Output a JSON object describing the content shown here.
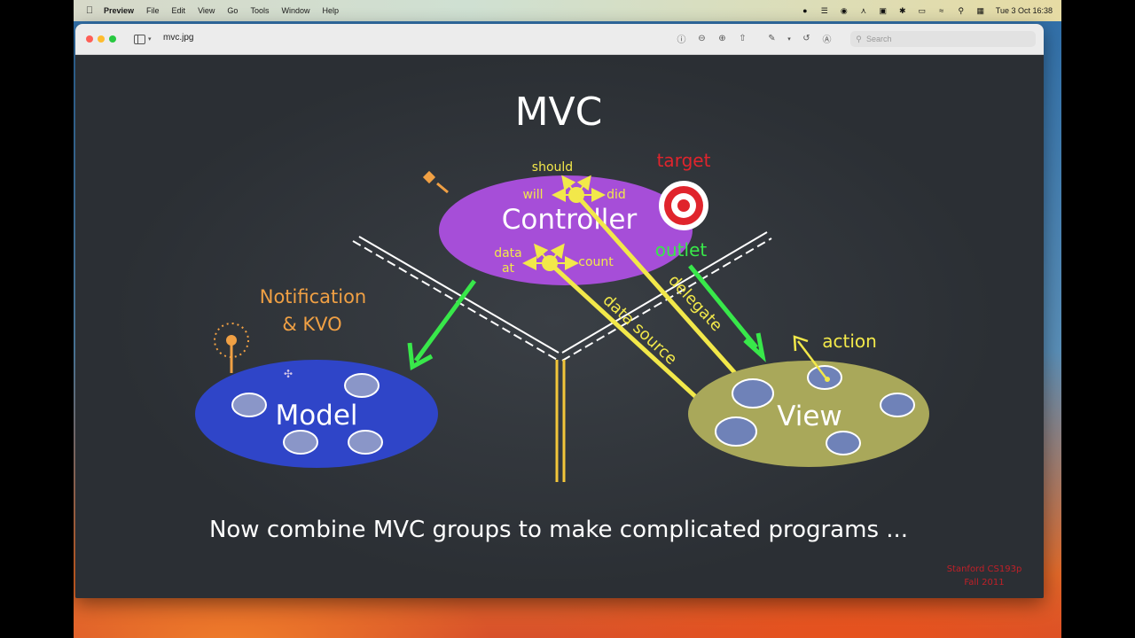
{
  "menubar": {
    "app_name": "Preview",
    "menus": [
      "File",
      "Edit",
      "View",
      "Go",
      "Tools",
      "Window",
      "Help"
    ],
    "clock": "Tue 3 Oct  16:38"
  },
  "window": {
    "filename": "mvc.jpg",
    "search_placeholder": "Search"
  },
  "slide": {
    "title": "MVC",
    "controller": "Controller",
    "model": "Model",
    "view": "View",
    "should": "should",
    "will": "will",
    "did": "did",
    "data": "data",
    "at": "at",
    "count": "count",
    "target": "target",
    "outlet": "outlet",
    "delegate": "delegate",
    "data_source": "data source",
    "action": "action",
    "notification": "Notification",
    "kvo": "& KVO",
    "caption": "Now combine MVC groups to make complicated programs ...",
    "credit_line1": "Stanford CS193p",
    "credit_line2": "Fall 2011"
  },
  "colors": {
    "controller": "#a64ed8",
    "model": "#2f45c8",
    "view": "#a9a85a",
    "yellow": "#f2e84a",
    "green": "#38e84a",
    "orange": "#f0a044",
    "red": "#e0242c"
  }
}
